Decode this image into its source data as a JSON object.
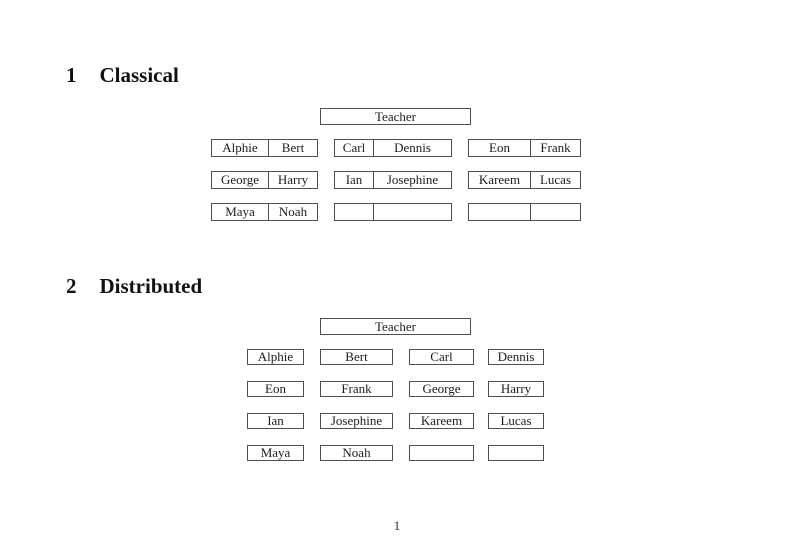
{
  "classical": {
    "heading_number": "1",
    "heading_label": "Classical",
    "teacher_label": "Teacher",
    "groups": [
      {
        "rows": [
          [
            "Alphie",
            "Bert"
          ],
          [
            "George",
            "Harry"
          ],
          [
            "Maya",
            "Noah"
          ]
        ]
      },
      {
        "rows": [
          [
            "Carl",
            "Dennis"
          ],
          [
            "Ian",
            "Josephine"
          ],
          [
            "",
            ""
          ]
        ]
      },
      {
        "rows": [
          [
            "Eon",
            "Frank"
          ],
          [
            "Kareem",
            "Lucas"
          ],
          [
            "",
            ""
          ]
        ]
      }
    ]
  },
  "distributed": {
    "heading_number": "2",
    "heading_label": "Distributed",
    "teacher_label": "Teacher",
    "rows": [
      [
        "Alphie",
        "Bert",
        "Carl",
        "Dennis"
      ],
      [
        "Eon",
        "Frank",
        "George",
        "Harry"
      ],
      [
        "Ian",
        "Josephine",
        "Kareem",
        "Lucas"
      ],
      [
        "Maya",
        "Noah",
        "",
        ""
      ]
    ]
  },
  "footer": {
    "page_number": "1"
  }
}
